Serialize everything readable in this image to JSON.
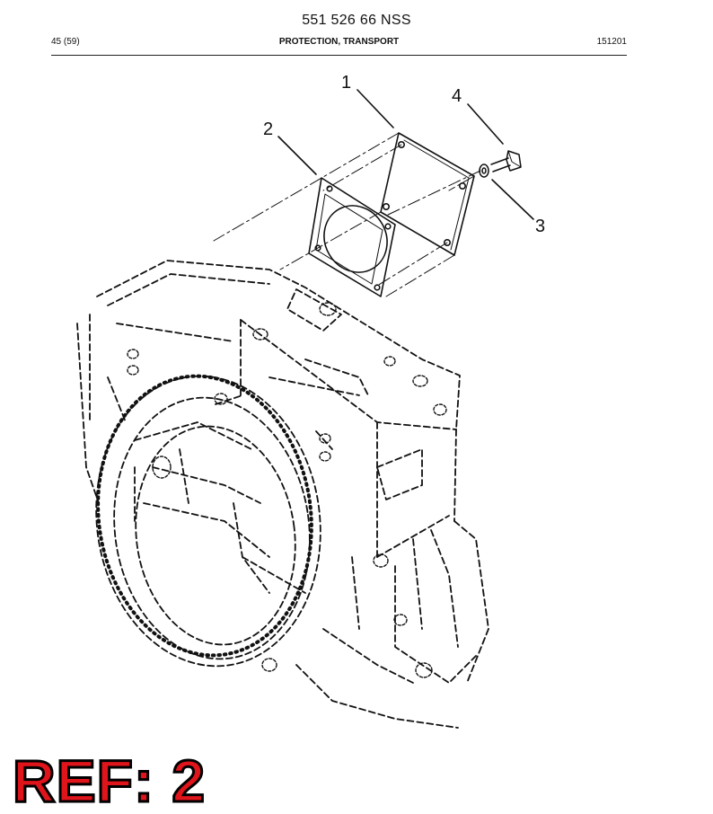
{
  "header": {
    "doc_number": "551 526 66 NSS",
    "page_index": "45 (59)",
    "section_title": "PROTECTION, TRANSPORT",
    "date_code": "151201"
  },
  "callouts": {
    "c1": "1",
    "c2": "2",
    "c3": "3",
    "c4": "4"
  },
  "ref_label": "REF: 2",
  "colors": {
    "ref_fill": "#e0141b",
    "ref_outline": "#000000",
    "line": "#111111"
  }
}
